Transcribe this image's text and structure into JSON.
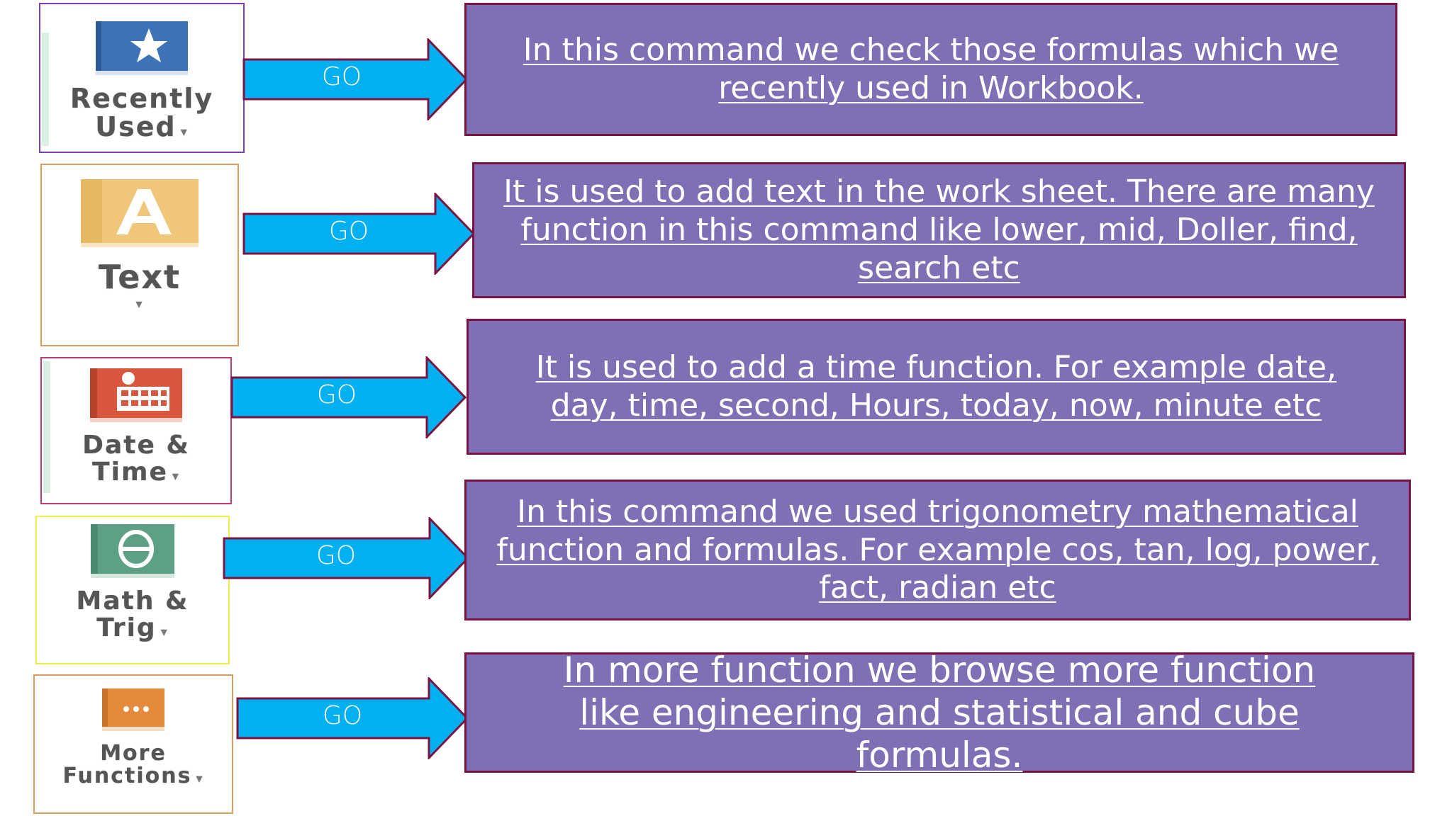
{
  "rows": [
    {
      "label_lines": [
        "Recently",
        "Used"
      ],
      "caret": "▾",
      "icon": "star-book-icon",
      "icon_color": "#3f73b8",
      "tile_border": "#7b3fb8",
      "arrow": "GO",
      "text": "In this command we check those formulas which we recently  used in Workbook."
    },
    {
      "label_lines": [
        "Text"
      ],
      "caret": "▾",
      "icon": "letter-a-book-icon",
      "icon_color": "#f0c77a",
      "tile_border": "#d9a05a",
      "arrow": "GO",
      "text": "It is used to add text in the work sheet. There are many function in this command like lower, mid, Doller, find, search etc"
    },
    {
      "label_lines": [
        "Date &",
        "Time"
      ],
      "caret": "▾",
      "icon": "calendar-clock-icon",
      "icon_color": "#d9573d",
      "tile_border": "#c0397a",
      "arrow": "GO",
      "text": "It is used to add a time function. For example date, day, time, second, Hours, today, now, minute etc"
    },
    {
      "label_lines": [
        "Math &",
        "Trig"
      ],
      "caret": "▾",
      "icon": "theta-book-icon",
      "icon_color": "#5da085",
      "tile_border": "#f2ec4a",
      "arrow": "GO",
      "text": "In this command we used trigonometry mathematical function and formulas. For example cos, tan, log, power, fact, radian etc"
    },
    {
      "label_lines": [
        "More",
        "Functions"
      ],
      "caret": "▾",
      "icon": "ellipsis-book-icon",
      "icon_color": "#e48a3a",
      "tile_border": "#d9a05a",
      "arrow": "GO",
      "text": "In more function we browse more function like engineering and statistical and cube formulas."
    }
  ],
  "colors": {
    "arrow_fill": "#00b0f0",
    "arrow_border": "#7b1442",
    "box_fill": "#7f6fb4",
    "box_border": "#7b1442"
  }
}
